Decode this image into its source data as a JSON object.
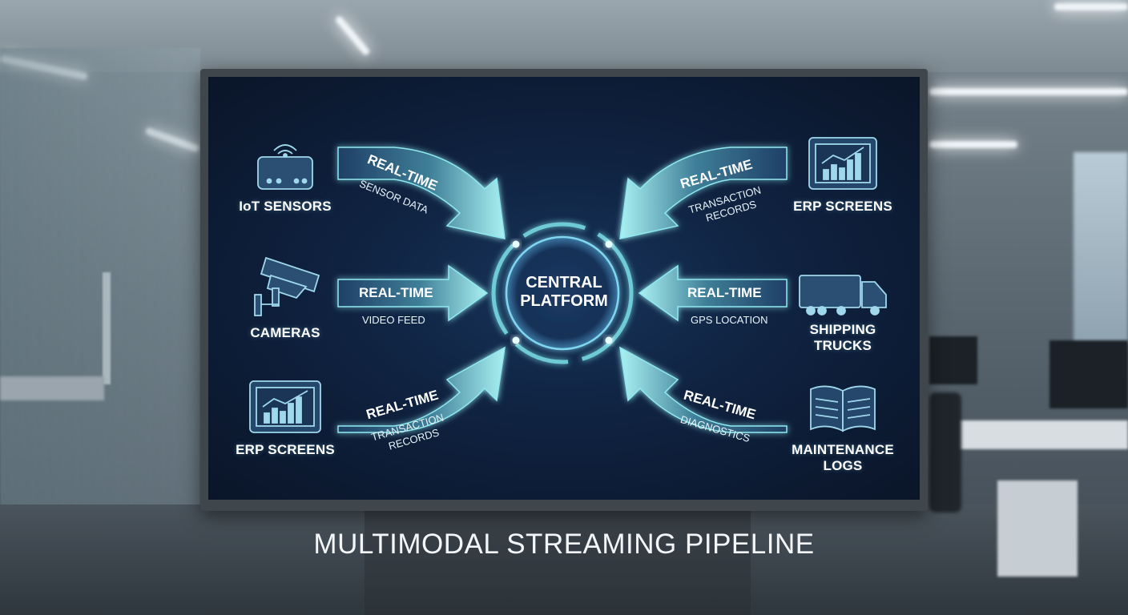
{
  "title": "MULTIMODAL STREAMING PIPELINE",
  "center": {
    "line1": "CENTRAL",
    "line2": "PLATFORM"
  },
  "sources_left": [
    {
      "label": "IoT SENSORS",
      "icon": "router-icon"
    },
    {
      "label": "CAMERAS",
      "icon": "camera-icon"
    },
    {
      "label": "ERP SCREENS",
      "icon": "chart-tablet-icon"
    }
  ],
  "sources_right": [
    {
      "label": "ERP SCREENS",
      "icon": "chart-tablet-icon"
    },
    {
      "label_line1": "SHIPPING",
      "label_line2": "TRUCKS",
      "icon": "truck-icon"
    },
    {
      "label_line1": "MAINTENANCE",
      "label_line2": "LOGS",
      "icon": "book-icon"
    }
  ],
  "streams": [
    {
      "tag": "REAL-TIME",
      "line1": "SENSOR DATA",
      "line2": ""
    },
    {
      "tag": "REAL-TIME",
      "line1": "VIDEO FEED",
      "line2": ""
    },
    {
      "tag": "REAL-TIME",
      "line1": "TRANSACTION",
      "line2": "RECORDS"
    },
    {
      "tag": "REAL-TIME",
      "line1": "TRANSACTION",
      "line2": "RECORDS"
    },
    {
      "tag": "REAL-TIME",
      "line1": "GPS LOCATION",
      "line2": ""
    },
    {
      "tag": "REAL-TIME",
      "line1": "DIAGNOSTICS",
      "line2": ""
    }
  ],
  "colors": {
    "accent": "#7fe7ee",
    "screen": "#0f2240",
    "text": "#ffffff"
  }
}
